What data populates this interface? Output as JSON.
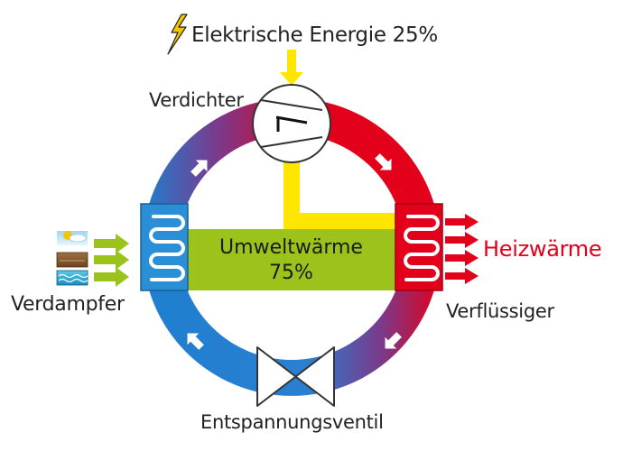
{
  "labels": {
    "energy": "Elektrische Energie 25%",
    "compressor": "Verdichter",
    "environment_heat": "Umweltwärme",
    "environment_percent": "75%",
    "heating": "Heizwärme",
    "evaporator": "Verdampfer",
    "condenser": "Verflüssiger",
    "expansion_valve": "Entspannungsventil"
  },
  "colors": {
    "hot": "#e2001a",
    "cold": "#1f7fd0",
    "mid": "#7a3a8c",
    "evaporator_box": "#2a8fd6",
    "condenser_box": "#e2001a",
    "heat_band": "#9bc31c",
    "energy_line": "#ffe600",
    "input_arrows": "#9bc31c",
    "output_arrows": "#e2001a"
  },
  "icons": [
    "lightning-icon",
    "weather-icon",
    "soil-icon",
    "water-icon"
  ]
}
